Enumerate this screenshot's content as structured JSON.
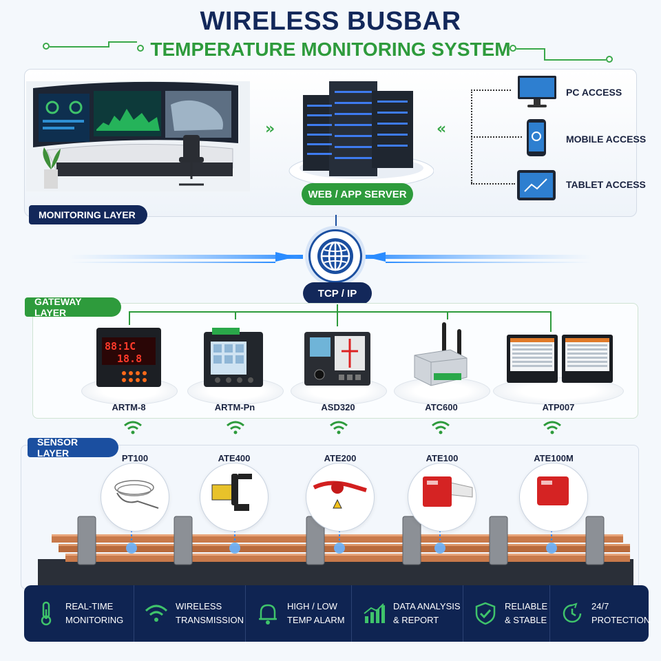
{
  "header": {
    "title_line1": "WIRELESS BUSBAR",
    "title_line2": "TEMPERATURE MONITORING SYSTEM"
  },
  "monitoring_layer": {
    "tag": "MONITORING LAYER",
    "server_label": "WEB / APP SERVER",
    "access": [
      {
        "label": "PC ACCESS",
        "icon": "desktop-monitor-icon"
      },
      {
        "label": "MOBILE ACCESS",
        "icon": "smartphone-icon"
      },
      {
        "label": "TABLET ACCESS",
        "icon": "tablet-icon"
      }
    ]
  },
  "network": {
    "protocol": "TCP / IP",
    "icon": "globe-icon"
  },
  "gateway_layer": {
    "tag": "GATEWAY LAYER",
    "devices": [
      {
        "label": "ARTM-8",
        "icon": "temperature-display-unit-icon",
        "display_top": "88:1C",
        "display_bottom": "18.8"
      },
      {
        "label": "ARTM-Pn",
        "icon": "touch-panel-unit-icon"
      },
      {
        "label": "ASD320",
        "icon": "switchgear-display-unit-icon"
      },
      {
        "label": "ATC600",
        "icon": "wireless-gateway-icon"
      },
      {
        "label": "ATP007",
        "icon": "touch-screen-terminal-icon"
      }
    ]
  },
  "sensor_layer": {
    "tag": "SENSOR LAYER",
    "sensors": [
      {
        "label": "PT100",
        "icon": "probe-sensor-icon"
      },
      {
        "label": "ATE400",
        "icon": "clamp-sensor-icon"
      },
      {
        "label": "ATE200",
        "icon": "strap-sensor-icon"
      },
      {
        "label": "ATE100",
        "icon": "block-sensor-icon"
      },
      {
        "label": "ATE100M",
        "icon": "magnetic-block-sensor-icon"
      }
    ]
  },
  "features": [
    {
      "line1": "REAL-TIME",
      "line2": "MONITORING",
      "icon": "thermometer-icon"
    },
    {
      "line1": "WIRELESS",
      "line2": "TRANSMISSION",
      "icon": "wifi-icon"
    },
    {
      "line1": "HIGH / LOW",
      "line2": "TEMP ALARM",
      "icon": "bell-icon"
    },
    {
      "line1": "DATA ANALYSIS",
      "line2": "& REPORT",
      "icon": "bar-chart-icon"
    },
    {
      "line1": "RELIABLE",
      "line2": "& STABLE",
      "icon": "shield-check-icon"
    },
    {
      "line1": "24/7",
      "line2": "PROTECTION",
      "icon": "clock-24-icon"
    }
  ],
  "colors": {
    "navy": "#13285a",
    "green": "#2e9b3c",
    "blue": "#1b4fa0",
    "copper": "#c8794a"
  }
}
